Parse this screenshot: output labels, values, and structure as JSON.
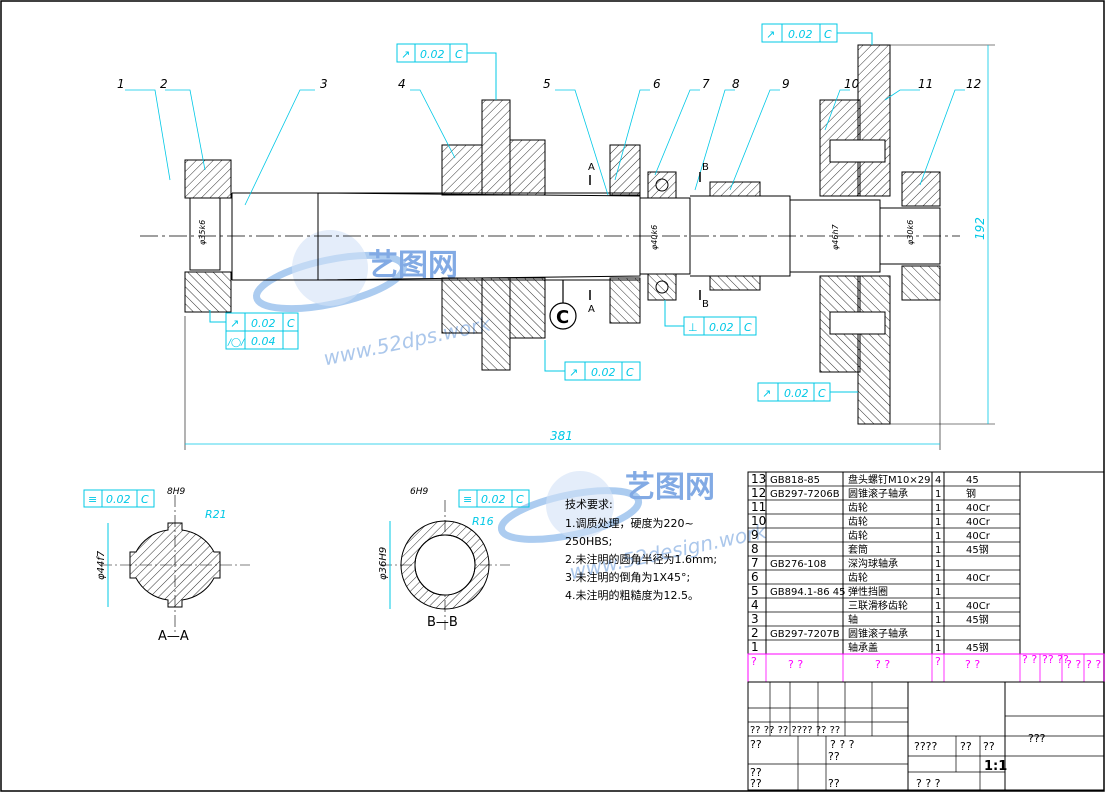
{
  "part_numbers": [
    "1",
    "2",
    "3",
    "4",
    "5",
    "6",
    "7",
    "8",
    "9",
    "10",
    "11",
    "12"
  ],
  "dimensions": {
    "overall_length": "381",
    "overall_height": "192",
    "dia_left": "φ35k6",
    "dia_mid": "φ40k6",
    "dia_right1": "φ46h7",
    "dia_right2": "φ30k6"
  },
  "tolerance_frames": {
    "top_mid": {
      "sym": "↗",
      "val": "0.02",
      "ref": "C"
    },
    "top_right": {
      "sym": "↗",
      "val": "0.02",
      "ref": "C"
    },
    "left_a": {
      "sym": "↗",
      "val": "0.02",
      "ref": "C"
    },
    "left_b": {
      "sym": "/◯/",
      "val": "0.04",
      "ref": ""
    },
    "bottom_mid": {
      "sym": "↗",
      "val": "0.02",
      "ref": "C"
    },
    "right_perp": {
      "sym": "⊥",
      "val": "0.02",
      "ref": "C"
    },
    "bottom_right": {
      "sym": "↗",
      "val": "0.02",
      "ref": "C"
    },
    "sec_aa": {
      "sym": "≡",
      "val": "0.02",
      "ref": "C"
    },
    "sec_bb": {
      "sym": "≡",
      "val": "0.02",
      "ref": "C"
    }
  },
  "datum_label": "C",
  "section_marks": {
    "a": "A",
    "b": "B"
  },
  "section_aa": {
    "title": "A—A",
    "dia": "φ44f7",
    "width": "8H9",
    "radius": "R21"
  },
  "section_bb": {
    "title": "B—B",
    "dia": "φ36H9",
    "width": "6H9",
    "radius": "R16"
  },
  "tech_req": {
    "title": "技术要求:",
    "lines": [
      "1.调质处理，硬度为220~",
      "250HBS;",
      "2.未注明的圆角半径为1.6mm;",
      "3.未注明的倒角为1X45°;",
      "4.未注明的粗糙度为12.5。"
    ]
  },
  "watermark": {
    "cn": "艺图网",
    "en1": "www.52dps.work",
    "en2": "www.52design.work"
  },
  "bom": [
    {
      "no": "13",
      "code": "GB818-85",
      "name": "盘头螺钉M10×29",
      "qty": "4",
      "mat": "45"
    },
    {
      "no": "12",
      "code": "GB297-7206B",
      "name": "圆锥滚子轴承",
      "qty": "1",
      "mat": "钢"
    },
    {
      "no": "11",
      "code": "",
      "name": "齿轮",
      "qty": "1",
      "mat": "40Cr"
    },
    {
      "no": "10",
      "code": "",
      "name": "齿轮",
      "qty": "1",
      "mat": "40Cr"
    },
    {
      "no": "9",
      "code": "",
      "name": "齿轮",
      "qty": "1",
      "mat": "40Cr"
    },
    {
      "no": "8",
      "code": "",
      "name": "套筒",
      "qty": "1",
      "mat": "45钢"
    },
    {
      "no": "7",
      "code": "GB276-108",
      "name": "深沟球轴承",
      "qty": "1",
      "mat": ""
    },
    {
      "no": "6",
      "code": "",
      "name": "齿轮",
      "qty": "1",
      "mat": "40Cr"
    },
    {
      "no": "5",
      "code": "GB894.1-86 45",
      "name": "弹性挡圈",
      "qty": "1",
      "mat": ""
    },
    {
      "no": "4",
      "code": "",
      "name": "三联滑移齿轮",
      "qty": "1",
      "mat": "40Cr"
    },
    {
      "no": "3",
      "code": "",
      "name": "轴",
      "qty": "1",
      "mat": "45钢"
    },
    {
      "no": "2",
      "code": "GB297-7207B",
      "name": "圆锥滚子轴承",
      "qty": "1",
      "mat": ""
    },
    {
      "no": "1",
      "code": "",
      "name": "轴承盖",
      "qty": "1",
      "mat": "45钢"
    }
  ],
  "header_row": [
    "?",
    "? ?",
    "? ?",
    "?",
    "? ?",
    "? ?",
    "?? ??",
    "? ?",
    "? ?"
  ],
  "title_block": {
    "big": "???",
    "t1": "?? ??  ??  ???? ??  ??",
    "t2": "????",
    "t3": "??",
    "t4": "??",
    "scale": "1:1",
    "bottom": "?    ?    ?",
    "q": "?",
    "q3": "? ? ?",
    "q2": "??"
  }
}
